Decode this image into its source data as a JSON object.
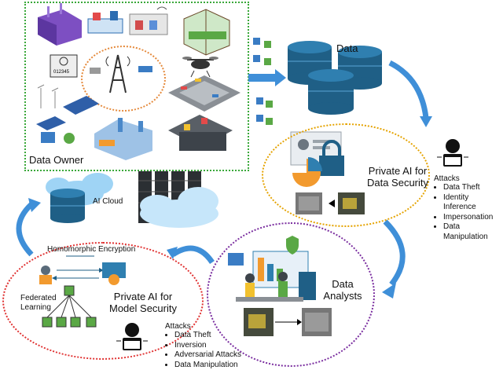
{
  "data_owner": {
    "label": "Data Owner"
  },
  "data": {
    "label": "Data"
  },
  "private_ai_data_security": {
    "title_line1": "Private AI for",
    "title_line2": "Data Security"
  },
  "attacks_data": {
    "title": "Attacks",
    "items": [
      "Data Theft",
      "Identity Inference",
      "Impersonation",
      "Data Manipulation"
    ]
  },
  "ai_cloud": {
    "label": "AI Cloud"
  },
  "homomorphic": {
    "label": "Homomorphic Encryption"
  },
  "federated": {
    "line1": "Federated",
    "line2": "Learning"
  },
  "private_ai_model_security": {
    "title_line1": "Private AI for",
    "title_line2": "Model Security"
  },
  "data_analysts": {
    "line1": "Data",
    "line2": "Analysts"
  },
  "attacks_model": {
    "title": "Attacks",
    "items": [
      "Data Theft",
      "Inversion",
      "Adversarial Attacks",
      "Data Manipulation"
    ]
  },
  "colors": {
    "owner_border": "#3aa83a",
    "data_security_border": "#e5a300",
    "analysts_border": "#7b2fa0",
    "model_security_border": "#e03030",
    "arrow": "#3f8fd8",
    "database": "#1f5f86"
  }
}
